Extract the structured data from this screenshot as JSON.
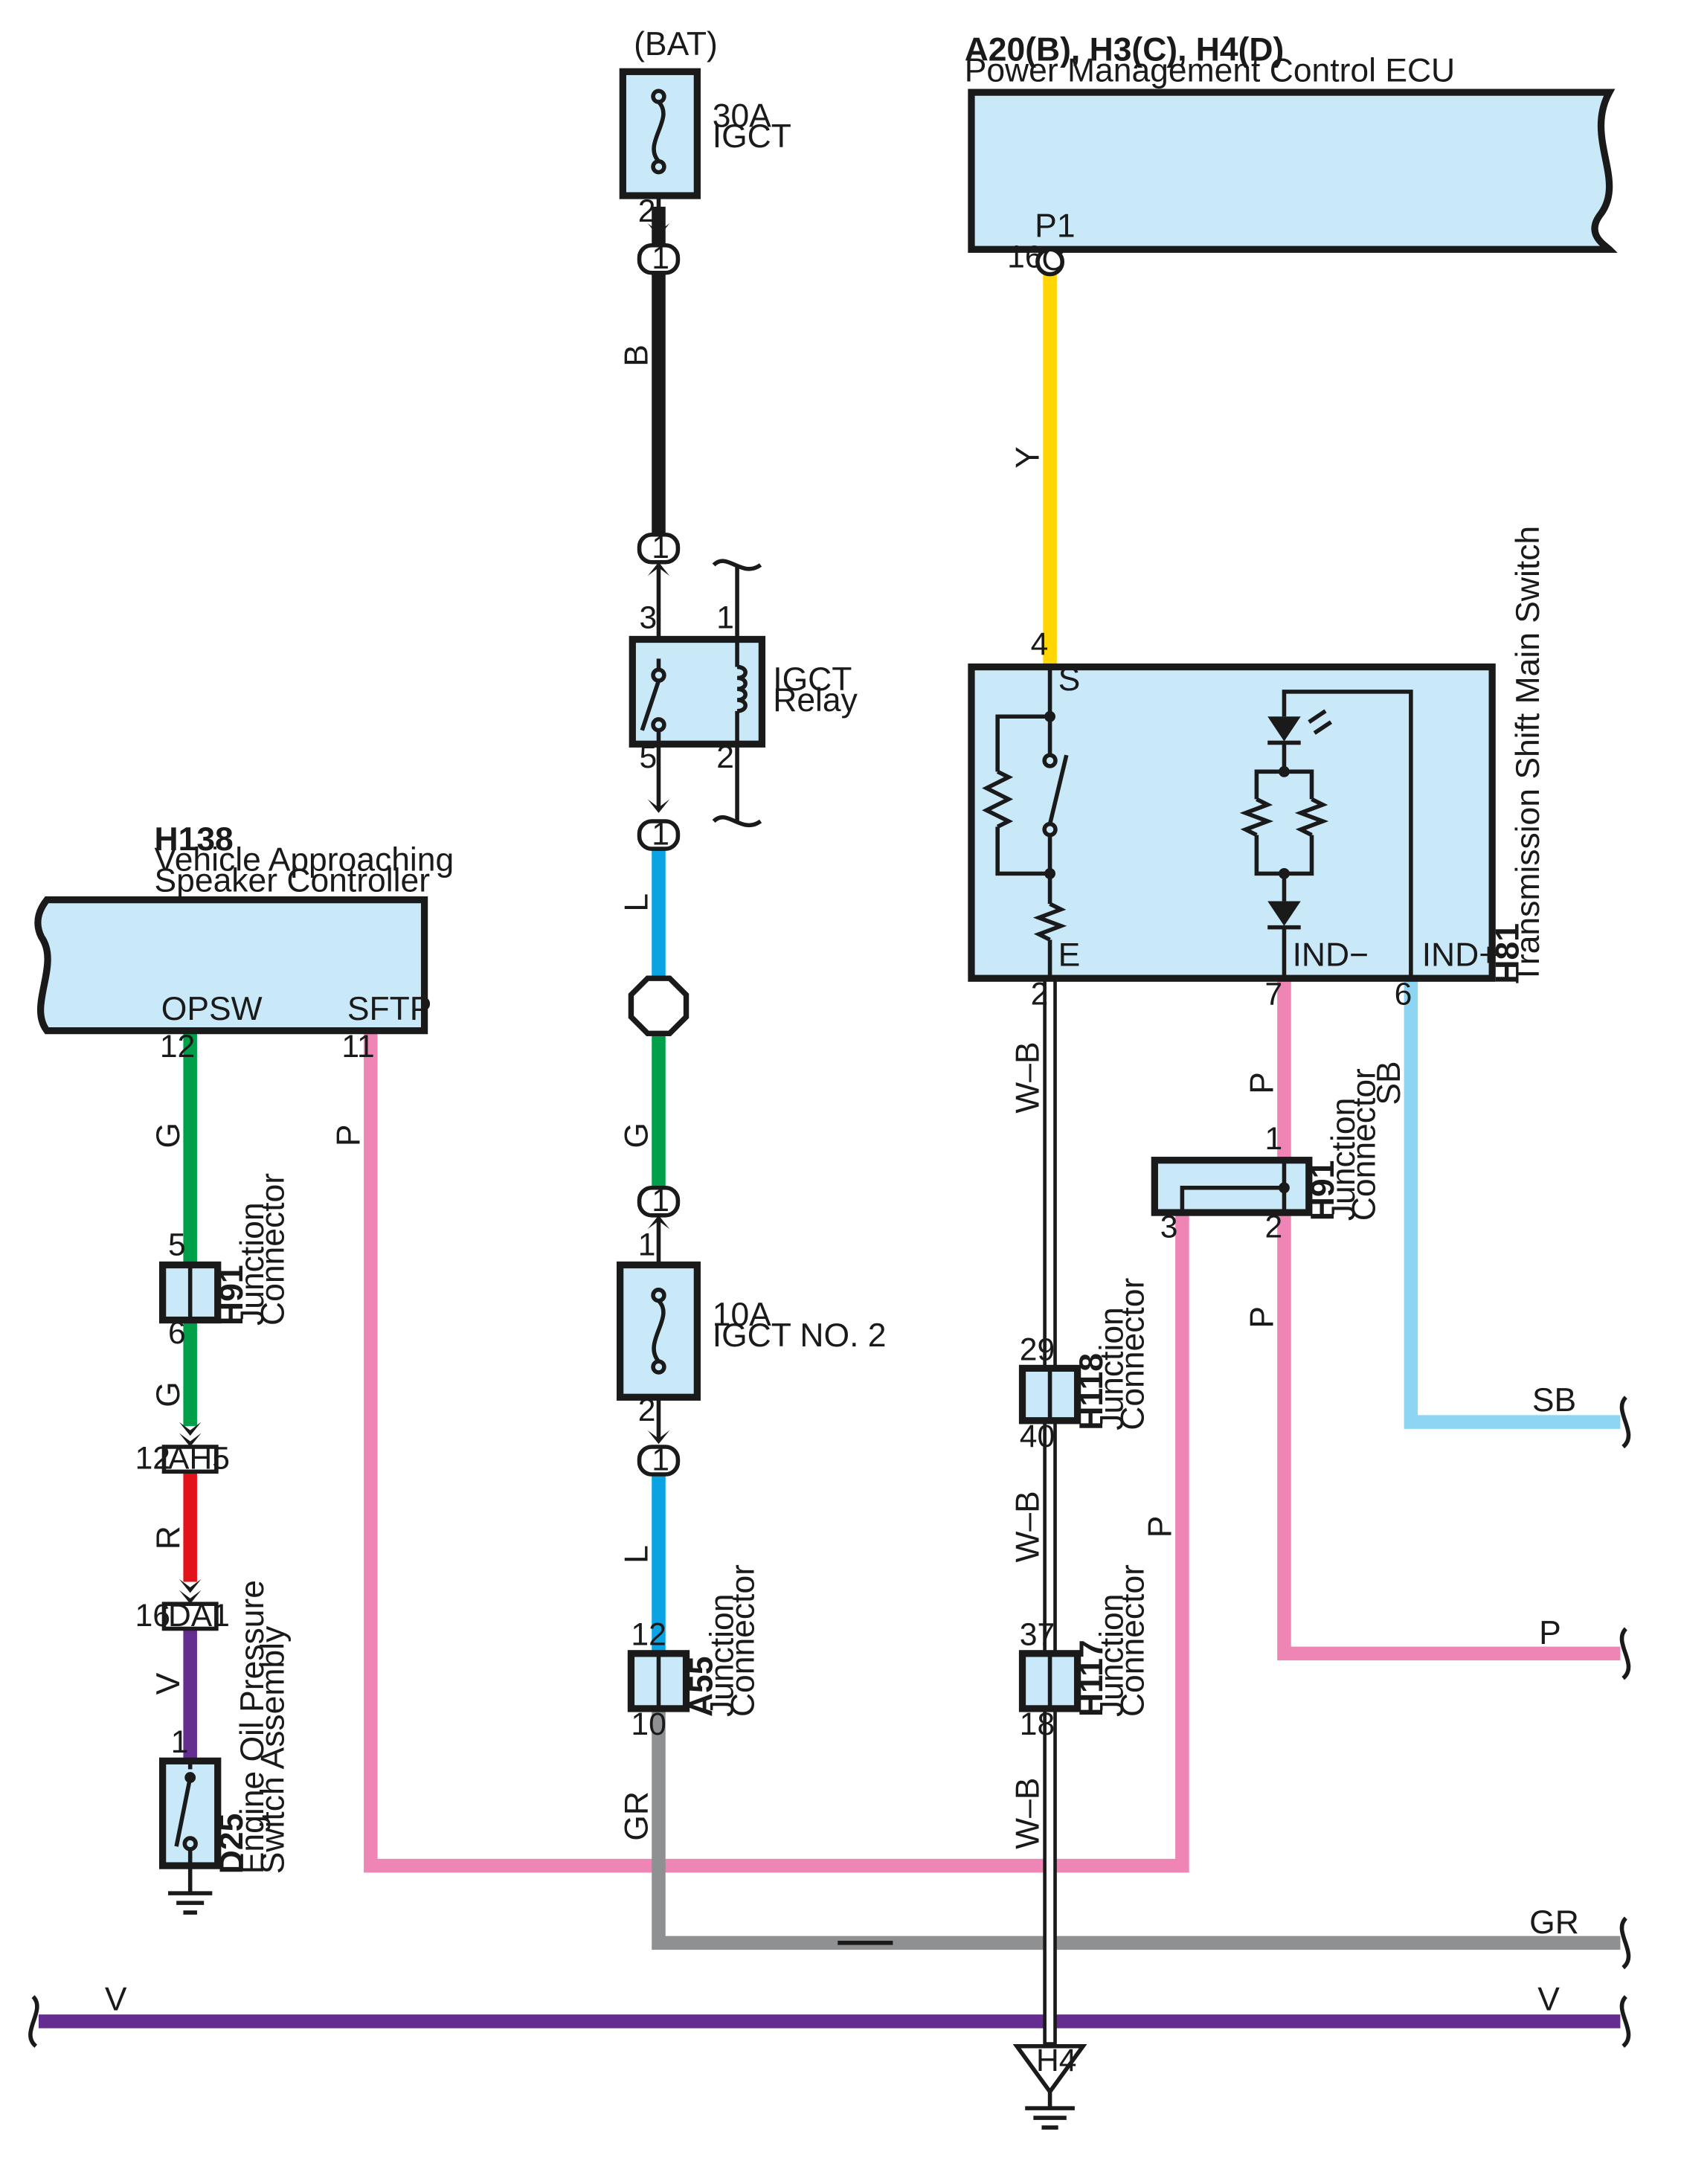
{
  "colors": {
    "B": "#1a1a1a",
    "Y": "#ffd600",
    "L": "#0aa3e3",
    "G": "#00a04b",
    "R": "#e3131b",
    "V": "#662d91",
    "P": "#ef85b4",
    "SB": "#8ed4f3",
    "GR": "#8f9092",
    "W-B": "#ffffff",
    "box_fill": "#c9e8f8"
  },
  "components": {
    "bat_label": "(BAT)",
    "fuse_igct": {
      "rating": "30A",
      "name": "IGCT",
      "pin_out": "2"
    },
    "igct_relay": {
      "name_line1": "IGCT",
      "name_line2": "Relay",
      "pins": [
        "3",
        "1",
        "5",
        "2"
      ]
    },
    "fuse_igct2": {
      "rating": "10A",
      "name": "IGCT NO. 2",
      "pin_in": "1",
      "pin_out": "2"
    },
    "ecu": {
      "code": "A20(B), H3(C), H4(D)",
      "name": "Power Management Control ECU",
      "terminal": "P1",
      "pin": "16",
      "connector": "C"
    },
    "h81": {
      "code": "H81",
      "name": "Transmission Shift Main Switch",
      "terminals": [
        "S",
        "E",
        "IND−",
        "IND+"
      ],
      "pins": [
        "4",
        "2",
        "7",
        "6"
      ]
    },
    "h138": {
      "code": "H138",
      "name_line1": "Vehicle Approaching",
      "name_line2": "Speaker Controller",
      "terminals": [
        "OPSW",
        "SFTP"
      ],
      "pins": [
        "12",
        "11"
      ]
    },
    "h91_left": {
      "code": "H91",
      "name_line1": "Junction",
      "name_line2": "Connector",
      "pins": [
        "5",
        "6"
      ]
    },
    "h91_right": {
      "code": "H91",
      "name_line1": "Junction",
      "name_line2": "Connector",
      "pins": [
        "1",
        "3",
        "2"
      ]
    },
    "ah5": {
      "code": "AH5",
      "pin": "12"
    },
    "da1": {
      "code": "DA1",
      "pin": "16"
    },
    "d25": {
      "code": "D25",
      "name_line1": "Engine Oil Pressure",
      "name_line2": "Switch Assembly",
      "pin": "1"
    },
    "a55": {
      "code": "A55",
      "name_line1": "Junction",
      "name_line2": "Connector",
      "pins": [
        "12",
        "10"
      ]
    },
    "h118": {
      "code": "H118",
      "name_line1": "Junction",
      "name_line2": "Connector",
      "pins": [
        "29",
        "40"
      ]
    },
    "h117": {
      "code": "H117",
      "name_line1": "Junction",
      "name_line2": "Connector",
      "pins": [
        "37",
        "18"
      ]
    },
    "ground_h4": "H4",
    "inline_connector": "1"
  },
  "wires": {
    "b": "B",
    "y": "Y",
    "l1": "L",
    "g1": "G",
    "l2": "L",
    "g_opsw": "G",
    "g_opsw2": "G",
    "r": "R",
    "v_sw": "V",
    "p_sftp": "P",
    "wb1": "W–B",
    "wb2": "W–B",
    "wb3": "W–B",
    "p_ind1": "P",
    "p_ind2": "P",
    "p_h91": "P",
    "sb_ind": "SB",
    "gr": "GR",
    "bus_sb": "SB",
    "bus_p": "P",
    "bus_gr": "GR",
    "bus_v_left": "V",
    "bus_v_right": "V"
  }
}
